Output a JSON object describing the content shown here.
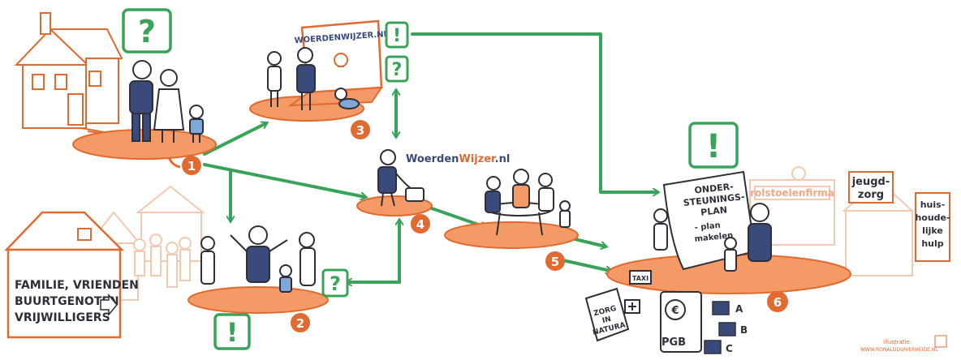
{
  "colors": {
    "orange": "#f07a3c",
    "orange_fill": "#f39a66",
    "green": "#3aa35a",
    "ink": "#2f2f3a",
    "navy": "#3a4a7a",
    "faded": "#f5c9b0"
  },
  "icons": {
    "question": "?",
    "exclamation": "!"
  },
  "steps": [
    "1",
    "2",
    "3",
    "4",
    "5",
    "6"
  ],
  "website_sign": "WOERDENWIJZER.NL",
  "phone_brand": {
    "part1": "Woerden",
    "part2": "Wijzer",
    "part3": ".nl"
  },
  "family_sign": [
    "FAMILIE, VRIENDEN",
    "BUURTGENOTEN",
    "VRIJWILLIGERS"
  ],
  "plan_lines": [
    "ONDER-",
    "STEUNINGS-",
    "PLAN",
    "- plan",
    "  makelen"
  ],
  "shop_rolstoel": "rolstoelenfirma",
  "jeugdzorg_lines": [
    "jeugd-",
    "zorg"
  ],
  "huishoud_lines": [
    "huis-",
    "houde-",
    "lijke",
    "hulp"
  ],
  "zorg_lines": [
    "ZORG",
    "IN",
    "NATURA"
  ],
  "pgb_label": "PGB",
  "pgb_options": [
    "A",
    "B",
    "C"
  ],
  "taxi_label": "TAXI",
  "euro_symbol": "€",
  "credit_lines": [
    "illustratie:",
    "WWW.RONALDDUIVERHEIDE.NL"
  ]
}
